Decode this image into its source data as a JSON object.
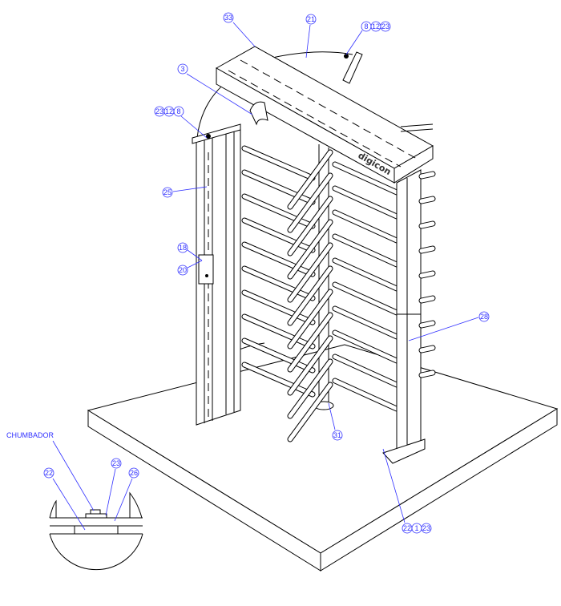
{
  "drawing": {
    "logo_text": "digicon",
    "callouts": {
      "c33": "33",
      "c21": "21",
      "top_right": [
        "8",
        "12",
        "23"
      ],
      "c3": "3",
      "top_left": [
        "23",
        "12",
        "8"
      ],
      "c25": "25",
      "c18": "18",
      "c20": "20",
      "c28": "28",
      "c31": "31",
      "bottom_right": [
        "22",
        "1",
        "23"
      ]
    },
    "detail": {
      "note": "CHUMBADOR",
      "c22": "22",
      "c23": "23",
      "c26": "26"
    },
    "colors": {
      "callout": "#3030ff",
      "line": "#000000"
    }
  }
}
